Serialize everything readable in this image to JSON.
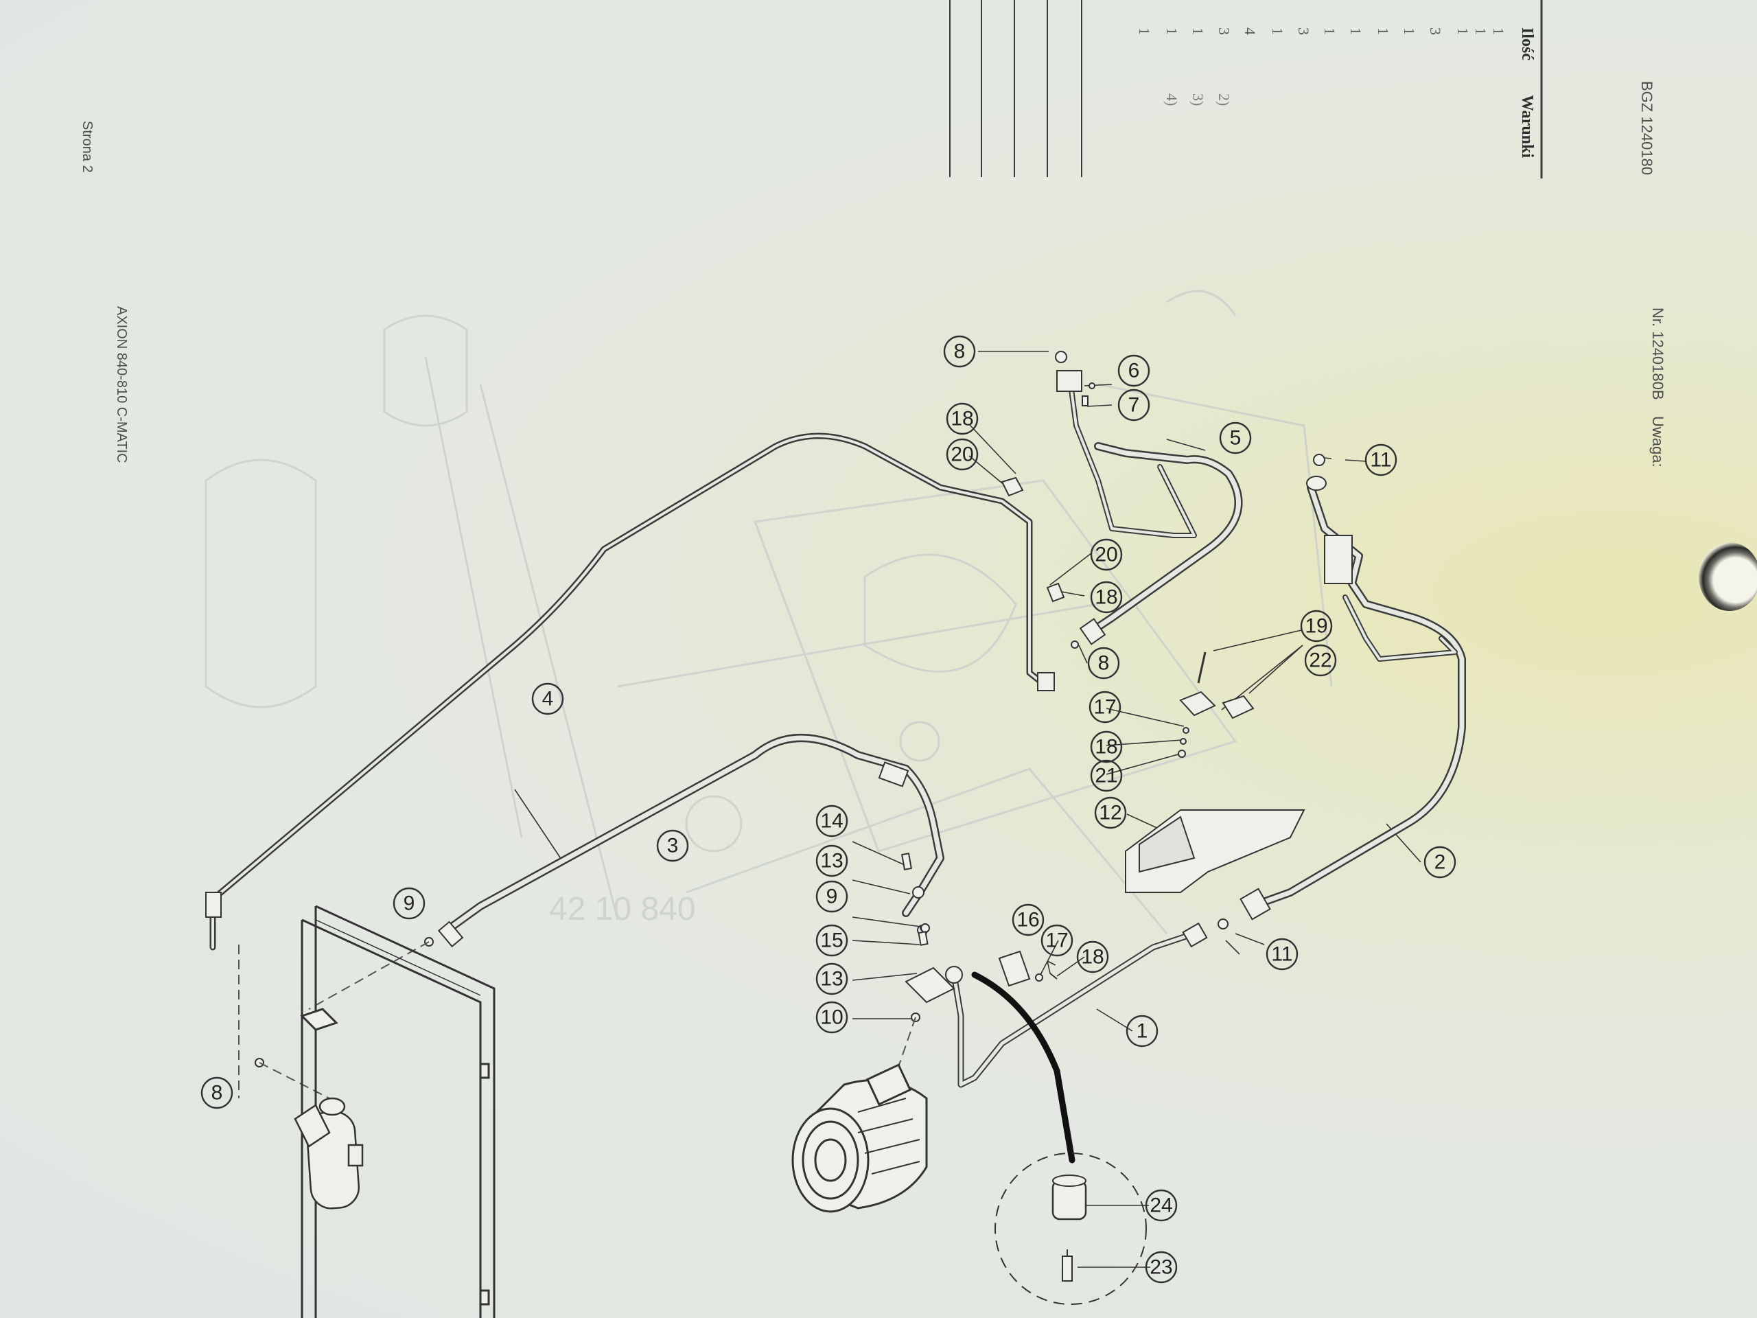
{
  "header": {
    "doc_code": "BGZ 1240180",
    "doc_number": "Nr. 1240180B",
    "remark_label": "Uwaga:"
  },
  "table": {
    "col_quantity": "Ilość",
    "col_conditions": "Warunki",
    "quantities": [
      "1",
      "1",
      "1",
      "3",
      "1",
      "1",
      "1",
      "1",
      "3",
      "1",
      "4",
      "3",
      "1",
      "1",
      "1"
    ],
    "conditions": [
      "2)",
      "3)",
      "4)"
    ]
  },
  "footer": {
    "page": "Strona 2",
    "model": "AXION 840-810 C-MATIC"
  },
  "diagram": {
    "background_stamp": "42 10 840",
    "callouts": [
      "1",
      "2",
      "3",
      "4",
      "5",
      "6",
      "7",
      "8",
      "8",
      "8",
      "9",
      "9",
      "10",
      "11",
      "11",
      "12",
      "13",
      "13",
      "14",
      "15",
      "16",
      "17",
      "17",
      "18",
      "18",
      "18",
      "18",
      "19",
      "20",
      "20",
      "21",
      "22",
      "23",
      "24"
    ]
  }
}
